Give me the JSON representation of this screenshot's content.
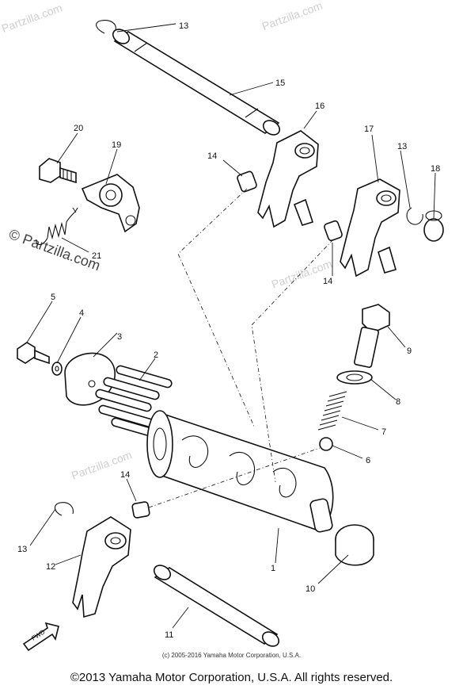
{
  "watermark": {
    "brand": "© Partzilla.com",
    "brand_faint": "Partzilla.com"
  },
  "callouts": {
    "c1": "1",
    "c2": "2",
    "c3": "3",
    "c4": "4",
    "c5": "5",
    "c6": "6",
    "c7": "7",
    "c8": "8",
    "c9": "9",
    "c10": "10",
    "c11": "11",
    "c12": "12",
    "c13a": "13",
    "c13b": "13",
    "c13c": "13",
    "c14a": "14",
    "c14b": "14",
    "c14c": "14",
    "c15": "15",
    "c16": "16",
    "c17": "17",
    "c18": "18",
    "c19": "19",
    "c20": "20",
    "c21": "21"
  },
  "fwd_label": "FWD",
  "copyright_small": "(c) 2005-2016 Yamaha Motor Corporation, U.S.A.",
  "copyright_main": "©2013 Yamaha Motor Corporation, U.S.A. All rights reserved."
}
